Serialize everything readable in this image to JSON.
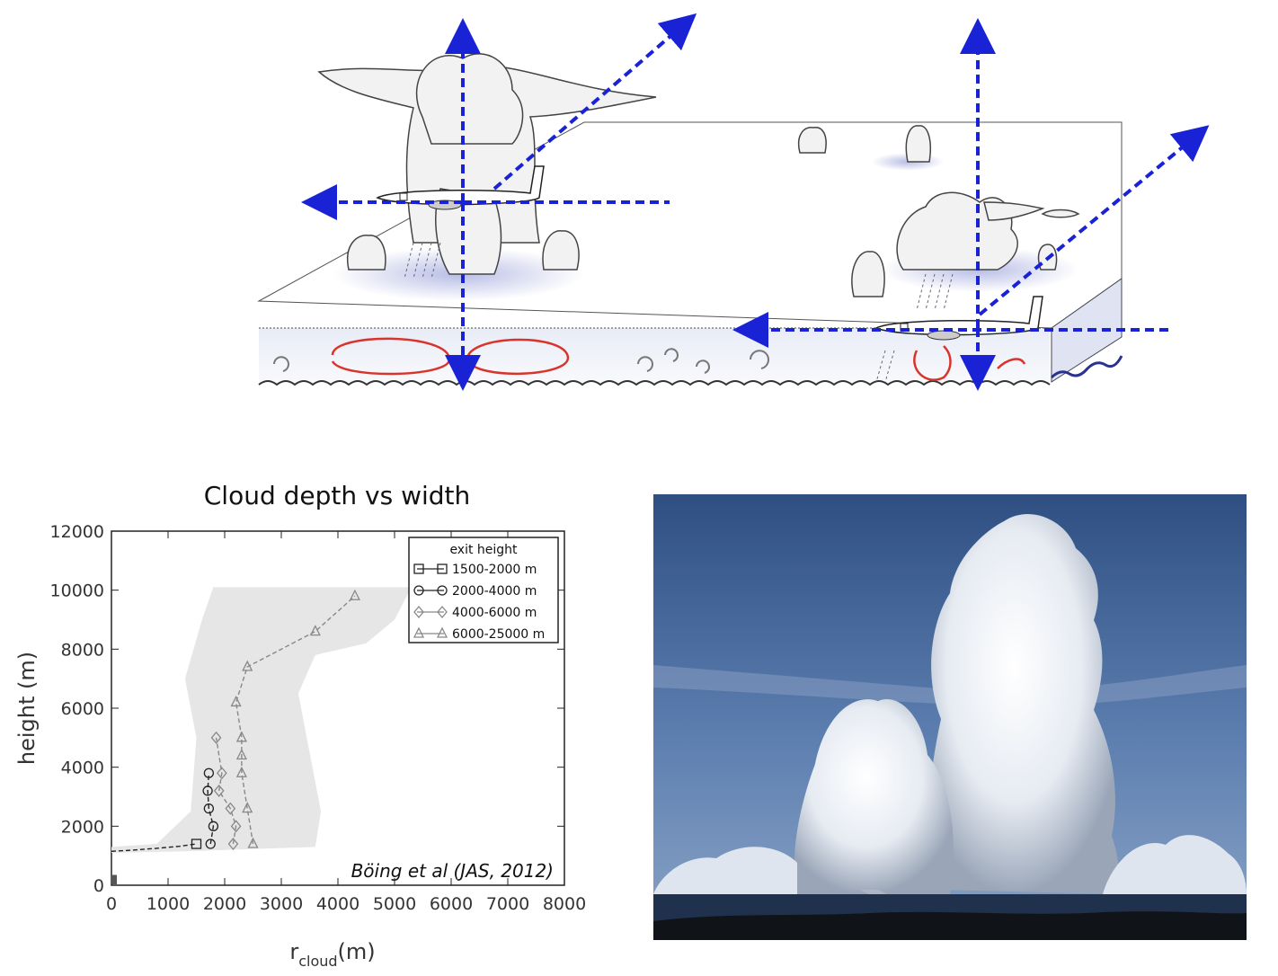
{
  "chart_data": {
    "type": "line",
    "title": "Cloud depth vs width",
    "xlabel_main": "r",
    "xlabel_sub": "cloud",
    "xlabel_unit": "(m)",
    "ylabel": "height (m)",
    "xlim": [
      0,
      8000
    ],
    "ylim": [
      0,
      12000
    ],
    "xticks": [
      0,
      1000,
      2000,
      3000,
      4000,
      5000,
      6000,
      7000,
      8000
    ],
    "yticks": [
      0,
      2000,
      4000,
      6000,
      8000,
      10000,
      12000
    ],
    "legend_title": "exit height",
    "legend_position": "top-right",
    "annotation": "Böing et al (JAS, 2012)",
    "series": [
      {
        "name": "1500-2000 m",
        "marker": "square",
        "color": "#222222",
        "x": [
          0,
          300,
          800,
          1200,
          1500
        ],
        "y": [
          1150,
          1180,
          1250,
          1320,
          1400
        ]
      },
      {
        "name": "2000-4000 m",
        "marker": "circle",
        "color": "#222222",
        "x": [
          1750,
          1800,
          1720,
          1700,
          1720
        ],
        "y": [
          1400,
          2000,
          2600,
          3200,
          3800
        ]
      },
      {
        "name": "4000-6000 m",
        "marker": "diamond",
        "color": "#888888",
        "x": [
          2150,
          2200,
          2100,
          1900,
          1950,
          1850
        ],
        "y": [
          1400,
          2000,
          2600,
          3200,
          3800,
          5000
        ]
      },
      {
        "name": "6000-25000 m",
        "marker": "triangle",
        "color": "#888888",
        "x": [
          2500,
          2400,
          2300,
          2300,
          2300,
          2200,
          2400,
          3600,
          4300
        ],
        "y": [
          1400,
          2600,
          3800,
          4400,
          5000,
          6200,
          7400,
          8600,
          9800
        ]
      }
    ]
  },
  "citation_color": "#111111",
  "arrow_color": "#1a22d6",
  "circulation_color": "#d9342b"
}
